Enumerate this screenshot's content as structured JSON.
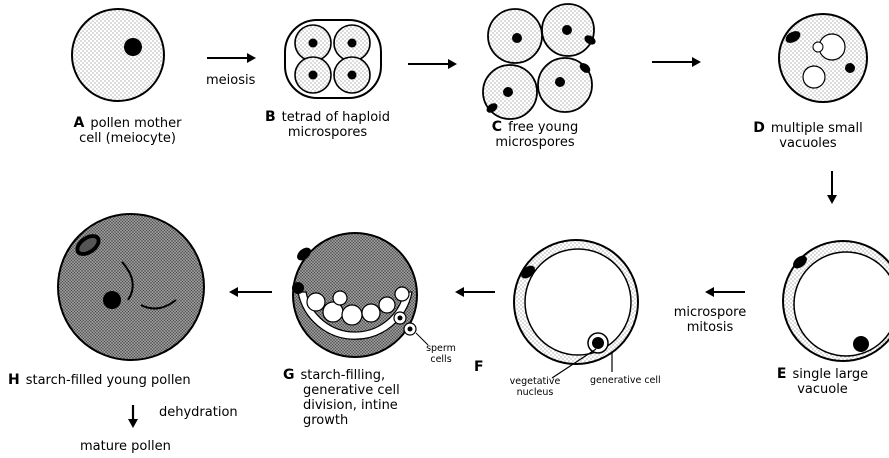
{
  "stages": {
    "a": {
      "letter": "A",
      "text1": "pollen mother",
      "text2": "cell (meiocyte)"
    },
    "b": {
      "letter": "B",
      "text1": "tetrad of haploid",
      "text2": "microspores"
    },
    "c": {
      "letter": "C",
      "text1": "free young",
      "text2": "microspores"
    },
    "d": {
      "letter": "D",
      "text1": "multiple small",
      "text2": "vacuoles"
    },
    "e": {
      "letter": "E",
      "text1": "single large",
      "text2": "vacuole"
    },
    "f": {
      "letter": "F"
    },
    "g": {
      "letter": "G",
      "text1": "starch-filling,",
      "text2": "generative cell",
      "text3": "division, intine",
      "text4": "growth"
    },
    "h": {
      "letter": "H",
      "text1": "starch-filled young pollen"
    }
  },
  "arrows": {
    "meiosis": "meiosis",
    "mitosis1": "microspore",
    "mitosis2": "mitosis",
    "dehydration": "dehydration"
  },
  "annotations": {
    "sperm1": "sperm",
    "sperm2": "cells",
    "vegetative1": "vegetative",
    "vegetative2": "nucleus",
    "generative": "generative cell"
  },
  "final_label": "mature pollen"
}
